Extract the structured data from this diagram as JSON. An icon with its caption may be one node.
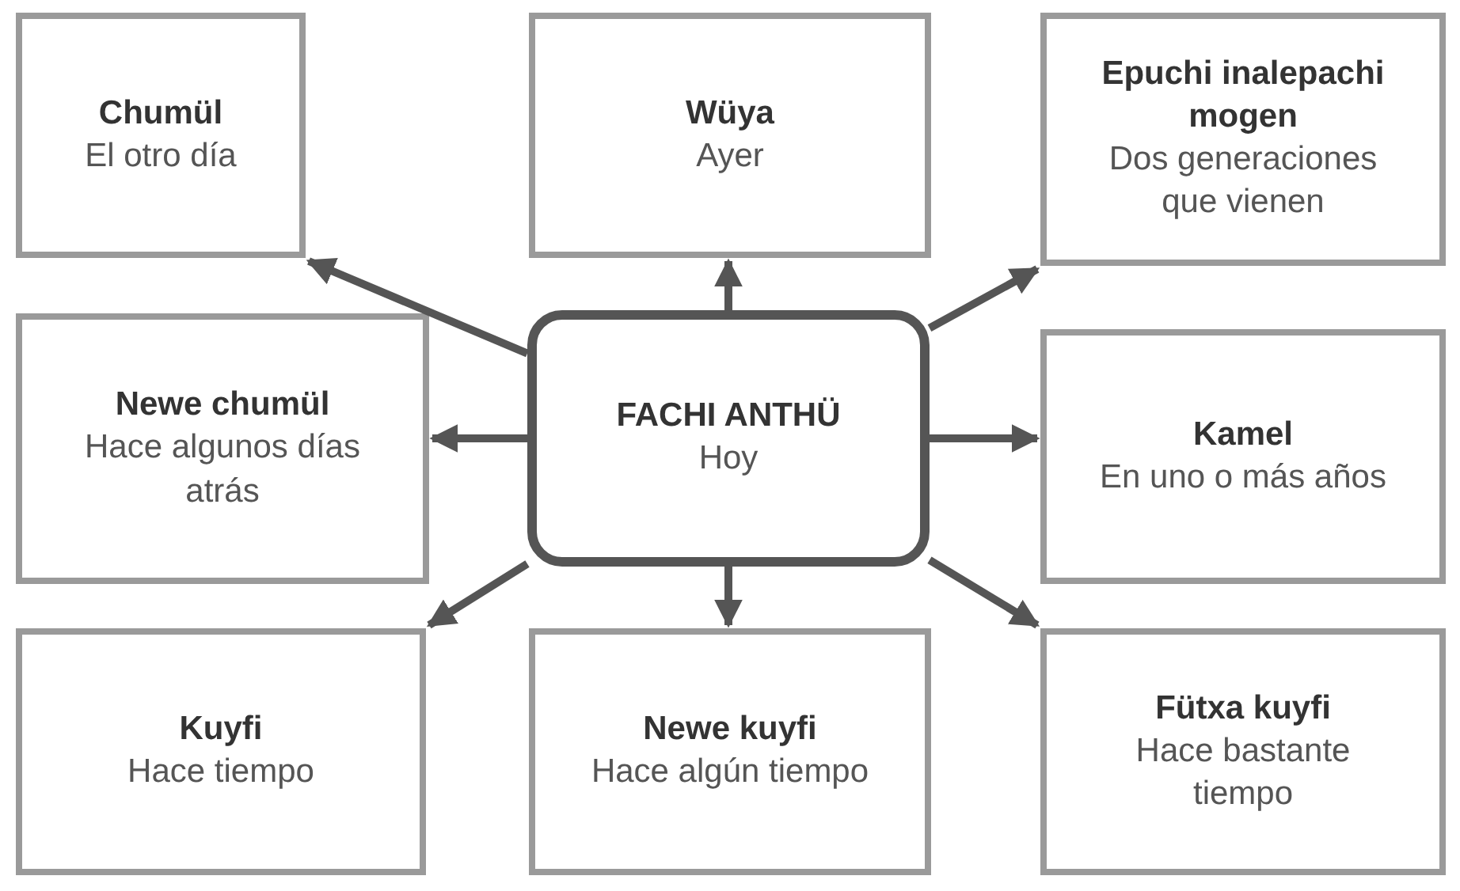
{
  "diagram": {
    "nodes": [
      {
        "text": [
          "FACHI ANTHÜ",
          "Hoy"
        ]
      },
      {
        "text": [
          "Chumül",
          "El otro día"
        ]
      },
      {
        "text": [
          "Wüya",
          "Ayer"
        ]
      },
      {
        "text": [
          "Epuchi inalepachi mogen",
          "Dos generaciones que vienen"
        ]
      },
      {
        "text": [
          "Newe chumül",
          "Hace algunos días atrás"
        ]
      },
      {
        "text": [
          "Kamel",
          "En uno o más años"
        ]
      },
      {
        "text": [
          "Kuyfi",
          "Hace tiempo"
        ]
      },
      {
        "text": [
          "Newe kuyfi",
          "Hace algún tiempo"
        ]
      },
      {
        "text": [
          "Fütxa kuyfi",
          "Hace bastante tiempo"
        ]
      }
    ],
    "edges": [
      {
        "from": 0,
        "to": 1,
        "arrow": "to"
      },
      {
        "from": 0,
        "to": 2,
        "arrow": "to"
      },
      {
        "from": 0,
        "to": 3,
        "arrow": "to"
      },
      {
        "from": 0,
        "to": 4,
        "arrow": "to"
      },
      {
        "from": 0,
        "to": 5,
        "arrow": "to"
      },
      {
        "from": 0,
        "to": 6,
        "arrow": "to"
      },
      {
        "from": 0,
        "to": 7,
        "arrow": "to"
      },
      {
        "from": 0,
        "to": 8,
        "arrow": "to"
      }
    ]
  }
}
